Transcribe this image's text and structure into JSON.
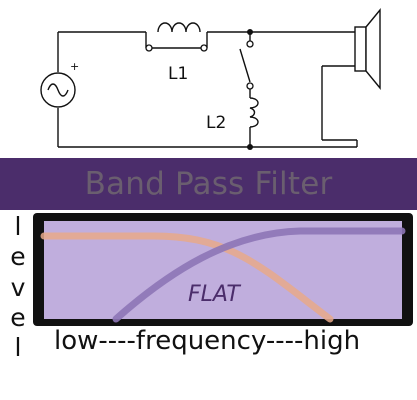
{
  "circuit": {
    "inductor_1_label": "L1",
    "inductor_2_label": "L2",
    "source_polarity": "+",
    "icons": [
      "ac-source-icon",
      "inductor-icon",
      "switch-icon",
      "speaker-icon"
    ]
  },
  "banner": {
    "title": "Band Pass Filter",
    "background": "#4b2d6b",
    "text_color": "#6a5e6f"
  },
  "chart_data": {
    "type": "line",
    "ylabel": "level",
    "xlabel": "low----frequency----high",
    "annotation": "FLAT",
    "series": [
      {
        "color": "#e8a98a",
        "shape": "high level at low frequency, rolling off toward high frequency"
      },
      {
        "color": "#8d75b6",
        "shape": "rising from low frequency to a high level at high frequency"
      }
    ],
    "plot_background": "#c0aedd",
    "frame_color": "#111111"
  }
}
